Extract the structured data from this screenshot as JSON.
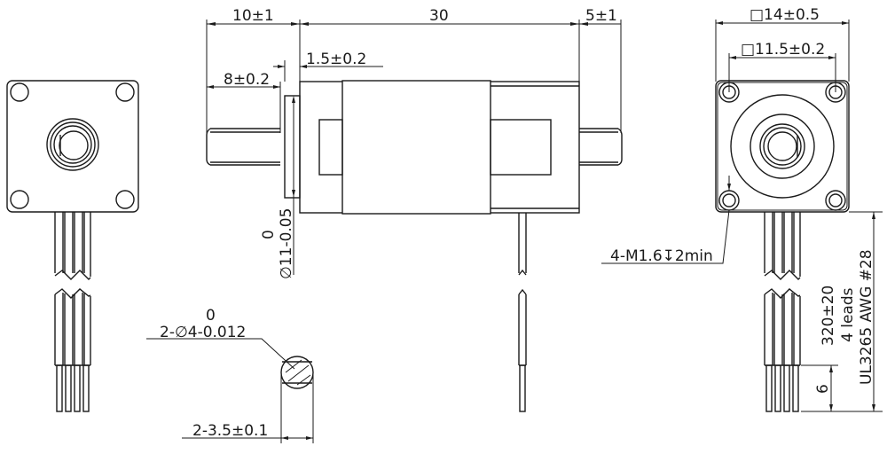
{
  "drawing": {
    "subject": "Stepper motor dimension drawing",
    "colors": {
      "line": "#1a1a1a",
      "background": "#ffffff"
    },
    "side_view": {
      "dim_front_shaft": "10±1",
      "dim_body_length": "30",
      "dim_rear_shaft": "5±1",
      "dim_flange_thickness": "1.5±0.2",
      "dim_flat_length": "8±0.2",
      "dim_boss_diameter_tol": "0",
      "dim_boss_diameter": "∅11-0.05"
    },
    "shaft_section": {
      "dim_shaft_diameter_tol": "0",
      "dim_shaft_diameter": "2-∅4-0.012",
      "dim_flat_width": "2-3.5±0.1"
    },
    "end_view": {
      "dim_outer_square": "□14±0.5",
      "dim_hole_pitch": "□11.5±0.2",
      "dim_mount_holes": "4-M1.6↧2min",
      "dim_lead_length": "320±20",
      "dim_lead_count": "4 leads",
      "dim_lead_spec": "UL3265 AWG #28",
      "dim_strip_length": "6"
    }
  }
}
